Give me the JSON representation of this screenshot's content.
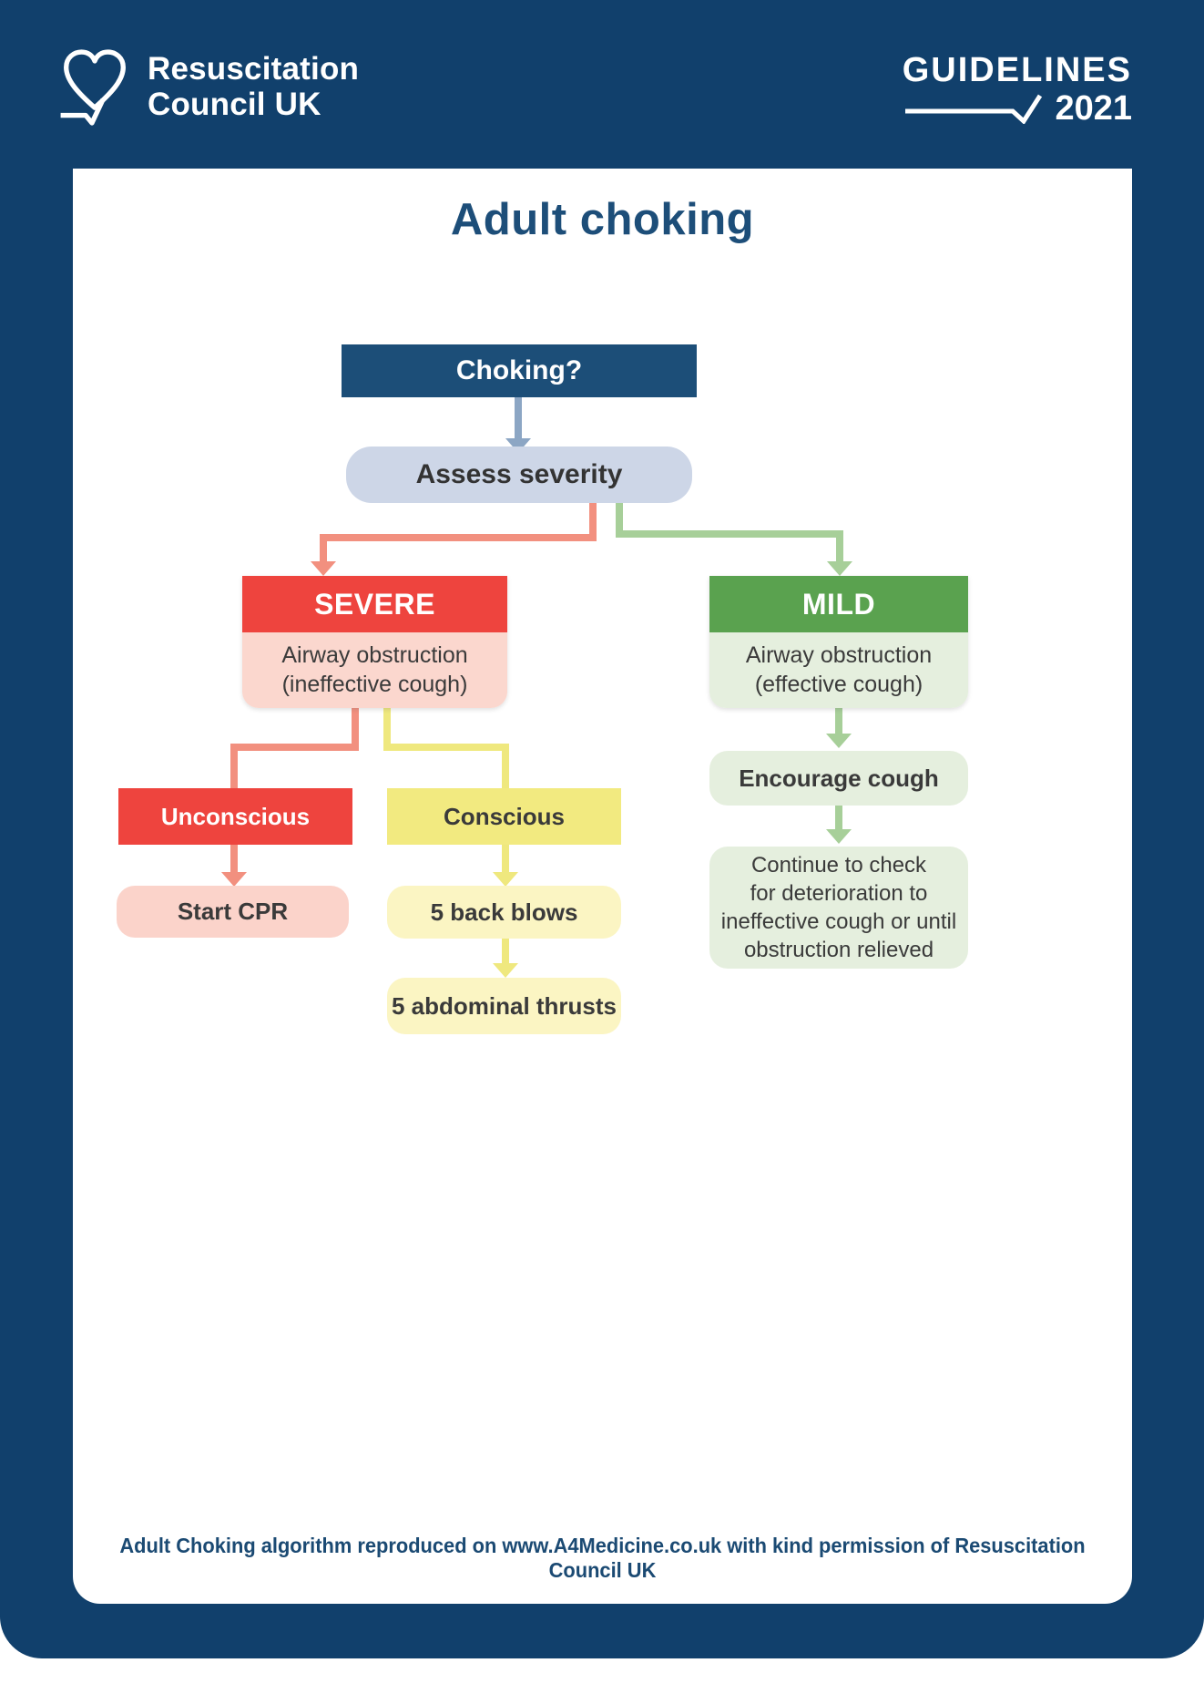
{
  "title": "Adult choking",
  "header": {
    "logo": {
      "line1": "Resuscitation",
      "line2": "Council UK"
    },
    "guidelines": {
      "label": "GUIDELINES",
      "year": "2021"
    }
  },
  "flowchart": {
    "choking": "Choking?",
    "assess": "Assess severity",
    "severe": {
      "header": "SEVERE",
      "line1": "Airway obstruction",
      "line2": "(ineffective cough)"
    },
    "mild": {
      "header": "MILD",
      "line1": "Airway obstruction",
      "line2": "(effective cough)"
    },
    "unconscious": "Unconscious",
    "conscious": "Conscious",
    "start_cpr": "Start CPR",
    "back_blows": "5 back blows",
    "abdominal_thrusts": "5 abdominal thrusts",
    "encourage_cough": "Encourage cough",
    "continue_check": {
      "line1": "Continue to check",
      "line2": "for deterioration to",
      "line3": "ineffective cough or until",
      "line4": "obstruction relieved"
    }
  },
  "footer": "Adult Choking algorithm reproduced on www.A4Medicine.co.uk with kind permission of Resuscitation Council UK",
  "colors": {
    "page_navy": "#11406c",
    "box_navy": "#1c4e78",
    "title_navy": "#1d4e79",
    "assess_fill": "#cdd6e7",
    "steel_arrow": "#8ca6c4",
    "severe_red": "#ee443e",
    "salmon_line": "#f2907f",
    "pink_fill": "#fbd7ce",
    "mild_green": "#5aa24f",
    "light_green_fill": "#e5efde",
    "green_line": "#a7cf99",
    "yellow_line": "#efe87e",
    "conscious_yellow": "#f2ea80",
    "pale_yellow_fill": "#fbf5c3",
    "text_dark": "#3a3a3a"
  }
}
